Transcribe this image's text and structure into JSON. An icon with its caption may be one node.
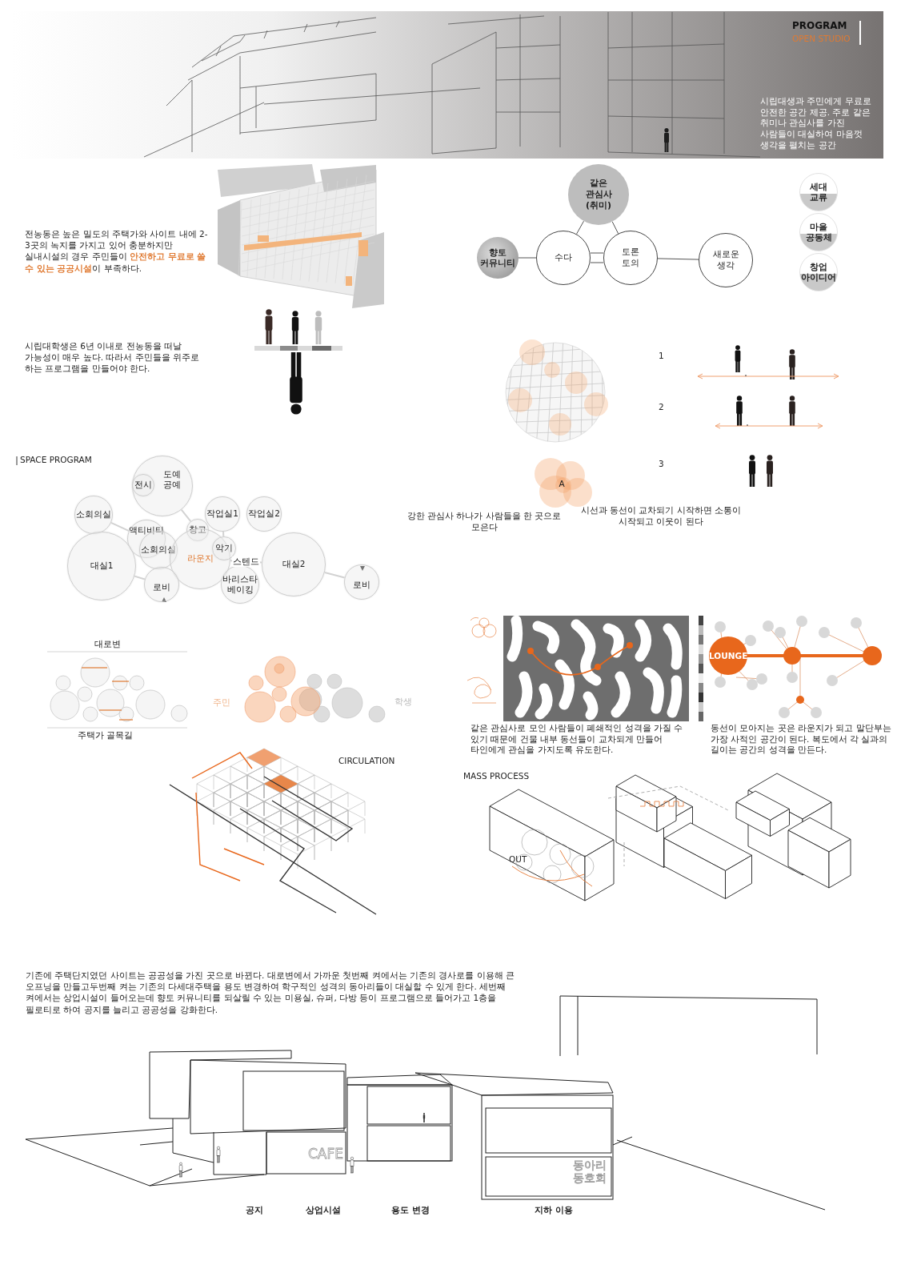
{
  "diagram": {
    "title": "PROGRAM",
    "nodes": [
      {
        "text": [
          "같은 관심사 (취미)"
        ]
      },
      {
        "text": [
          "향토 커뮤니티"
        ]
      },
      {
        "text": [
          "수다"
        ]
      },
      {
        "text": [
          "토론 토의"
        ]
      },
      {
        "text": [
          "새로운 생각"
        ]
      },
      {
        "text": [
          "세대 교류"
        ]
      },
      {
        "text": [
          "마을 공동체"
        ]
      },
      {
        "text": [
          "창업 아이디어"
        ]
      },
      {
        "text": [
          "도예 공예"
        ]
      },
      {
        "text": [
          "전시"
        ],
        "in": 8
      },
      {
        "text": [
          "소회의실"
        ]
      },
      {
        "text": [
          "작업실1"
        ]
      },
      {
        "text": [
          "작업실2"
        ]
      },
      {
        "text": [
          "창고"
        ]
      },
      {
        "text": [
          "액티비티"
        ]
      },
      {
        "text": [
          "소회의실"
        ]
      },
      {
        "text": [
          "대실1"
        ]
      },
      {
        "text": [
          "라운지"
        ]
      },
      {
        "text": [
          "악기"
        ]
      },
      {
        "text": [
          "대실2"
        ]
      },
      {
        "text": [
          "바리스타 베이킹"
        ]
      },
      {
        "text": [
          "로비"
        ]
      },
      {
        "text": [
          "로비"
        ]
      }
    ],
    "edges": [
      {
        "from": 0,
        "to": 2,
        "arrow": "none",
        "color": "#555555"
      },
      {
        "from": 0,
        "to": 3,
        "arrow": "none",
        "color": "#555555"
      },
      {
        "from": 1,
        "to": 2,
        "arrow": "none",
        "color": "#555555"
      },
      {
        "from": 2,
        "to": 3,
        "arrow": "none",
        "color": "#555555"
      },
      {
        "from": 3,
        "to": 4,
        "arrow": "none",
        "color": "#555555"
      },
      {
        "from": 10,
        "to": 14,
        "arrow": "none"
      },
      {
        "from": 8,
        "to": 13,
        "arrow": "none"
      },
      {
        "from": 11,
        "to": 18,
        "arrow": "none"
      },
      {
        "from": 21,
        "to": 16,
        "arrow": "none"
      },
      {
        "from": 17,
        "to": 19,
        "arrow": "none",
        "label": "스텐드"
      },
      {
        "from": 19,
        "to": 22,
        "arrow": "none"
      }
    ],
    "labels": [
      "OPEN STUDIO",
      "시립대생과 주민에게 무료로 안전한 공간 제공. 주로 같은 취미나 관심사를 가진 사람들이 대실하여 마음껏 생각을 펼치는 공간",
      "전농동은 높은 밀도의 주택가와 사이트 내에 2-3곳의 녹지를 가지고 있어 충분하지만 실내시설의 경우 주민들이 **안전하고 무료로 쓸 수 있는 공공시설**이 부족하다.",
      "시립대학생은 6년 이내로 전농동을 떠날 가능성이 매우 높다. 따라서 주민들을 위주로 하는 프로그램을 만들어야 한다.",
      "A",
      "강한 관심사 하나가 사람들을 한 곳으로 모은다",
      "1",
      "2",
      "3",
      "시선과 동선이 교차되기 시작하면 소통이 시작되고 이웃이 된다",
      "SPACE PROGRAM",
      "대로변",
      "주택가 골목길",
      "주민",
      "학생",
      "LOUNGE",
      "같은 관심사로 모인 사람들이 폐쇄적인 성격을 가질 수 있기 때문에 건물 내부 동선들이 교차되게 만들어 타인에게 관심을 가지도록 유도한다.",
      "동선이 모아지는 곳은 라운지가 되고 말단부는 가장 사적인 공간이 된다. 복도에서 각 실과의 길이는 공간의 성격을 만든다.",
      "CIRCULATION",
      "MASS PROCESS",
      "OUT",
      "기존에 주택단지였던 사이트는 공공성을 가진 곳으로 바뀐다. 대로변에서 가까운 첫번째 켜에서는 기존의 경사로를 이용해 큰 오프닝을 만들고두번째 켜는 기존의 다세대주택을 용도 변경하여 학구적인 성격의 동아리들이 대실할 수 있게 한다. 세번째 켜에서는 상업시설이 들어오는데 향토 커뮤니티를 되살릴 수 있는 미용실, 슈퍼, 다방 등이 프로그램으로 들어가고 1층을 필로티로 하여 공지를 늘리고 공공성을 강화한다.",
      "CAFE",
      "동아리 동호회",
      "공지",
      "상업시설",
      "용도 변경",
      "지하 이용"
    ]
  }
}
